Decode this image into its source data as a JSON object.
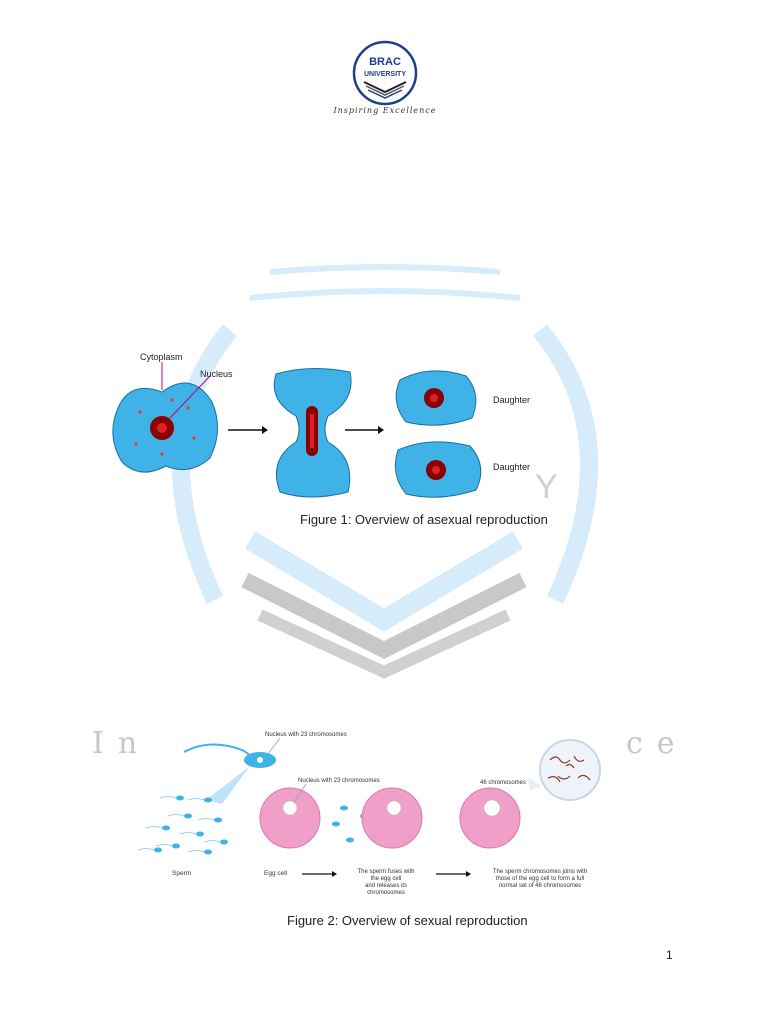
{
  "header": {
    "logo_line1": "BRAC",
    "logo_line2": "UNIVERSITY",
    "tagline": "Inspiring Excellence"
  },
  "watermark": {
    "left_letters": "In",
    "right_letters": "ce",
    "mid_letter": "Y"
  },
  "figure1": {
    "labels": {
      "cytoplasm": "Cytoplasm",
      "nucleus": "Nucleus",
      "daughter_top": "Daughter",
      "daughter_bottom": "Daughter"
    },
    "caption": "Figure 1: Overview of asexual reproduction"
  },
  "figure2": {
    "labels": {
      "nucleus_sperm": "Nucleus with 23 chromosomes",
      "nucleus_egg": "Nucleus with 23 chromosomes",
      "chromosomes_46": "46 chromosomes",
      "sperm": "Sperm",
      "egg": "Egg cell",
      "step2_line1": "The sperm fuses with",
      "step2_line2": "the egg cell",
      "step2_line3": "and releases its",
      "step2_line4": "chromosomes",
      "step3_line1": "The sperm chromosomes joins with",
      "step3_line2": "those of the egg cell to form a full",
      "step3_line3": "normal set of 46 chromosomes"
    },
    "caption": "Figure 2: Overview of sexual reproduction"
  },
  "page_number": "1",
  "colors": {
    "logo_blue": "#1f3f8a",
    "watermark_blue": "#d6ecfb",
    "watermark_gray": "#c8c8c8",
    "cell_blue": "#3fb2e8",
    "nucleus_red": "#8b0000",
    "egg_pink": "#ef9fc8"
  }
}
